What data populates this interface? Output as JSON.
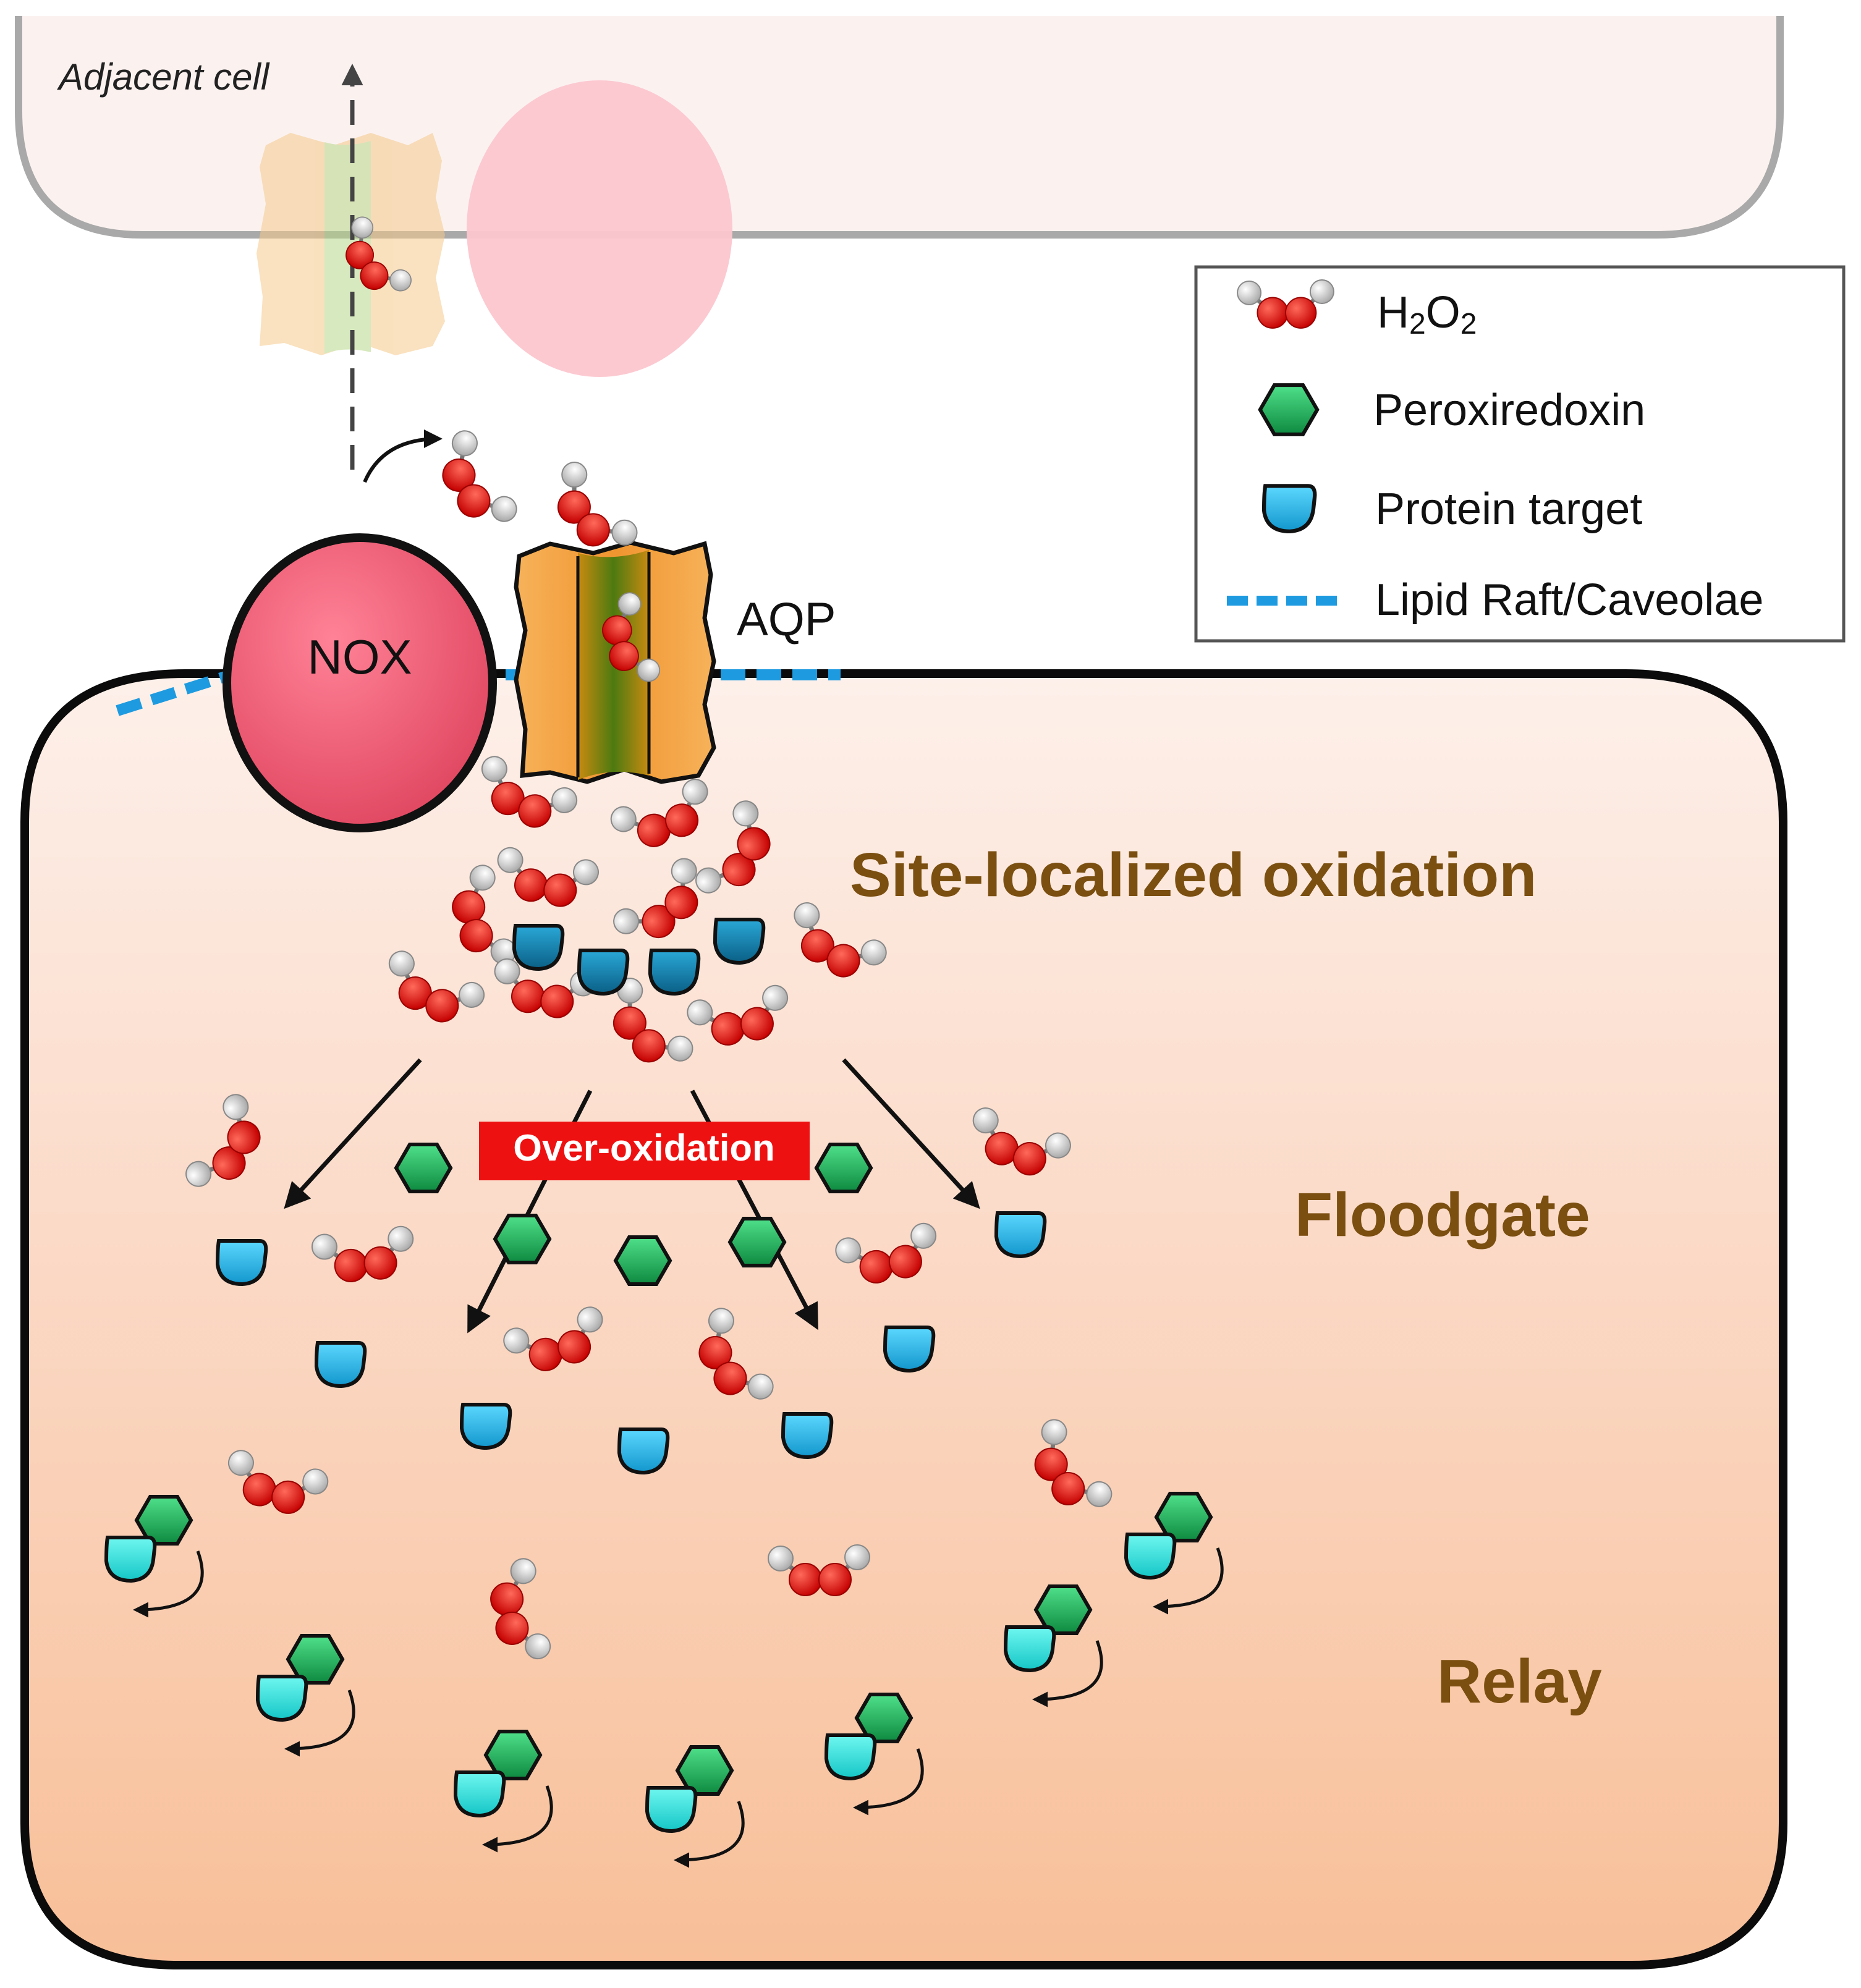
{
  "labels": {
    "adjacent_cell": "Adjacent cell",
    "nox": "NOX",
    "aqp": "AQP",
    "site_localized": "Site-localized oxidation",
    "over_oxidation": "Over-oxidation",
    "floodgate": "Floodgate",
    "relay": "Relay"
  },
  "legend": {
    "items": [
      {
        "icon": "h2o2-molecule",
        "label_main": "H",
        "label_sub1": "2",
        "label_mid": "O",
        "label_sub2": "2"
      },
      {
        "icon": "peroxiredoxin-hexagon",
        "label": "Peroxiredoxin"
      },
      {
        "icon": "protein-target-drop",
        "label": "Protein target"
      },
      {
        "icon": "lipid-raft-dash",
        "label": "Lipid Raft/Caveolae"
      }
    ]
  },
  "colors": {
    "cell_fill_top": "#fdf0ea",
    "cell_fill_bottom": "#f9c3a0",
    "adjacent_fill": "#fbf2f0",
    "nox": "#f06078",
    "aqp": "#f29a3a",
    "aqp_channel": "#7a8a1a",
    "oxygen": "#dd1111",
    "hydrogen": "#e6e6e6",
    "peroxiredoxin": "#1daa55",
    "protein_target": "#19b6ee",
    "protein_target_dark": "#0f7fa8",
    "protein_target_relay": "#1fe0e0",
    "lipid_raft": "#1e9be0",
    "zone_text": "#7a4f10",
    "over_oxidation_bg": "#ee1111"
  }
}
